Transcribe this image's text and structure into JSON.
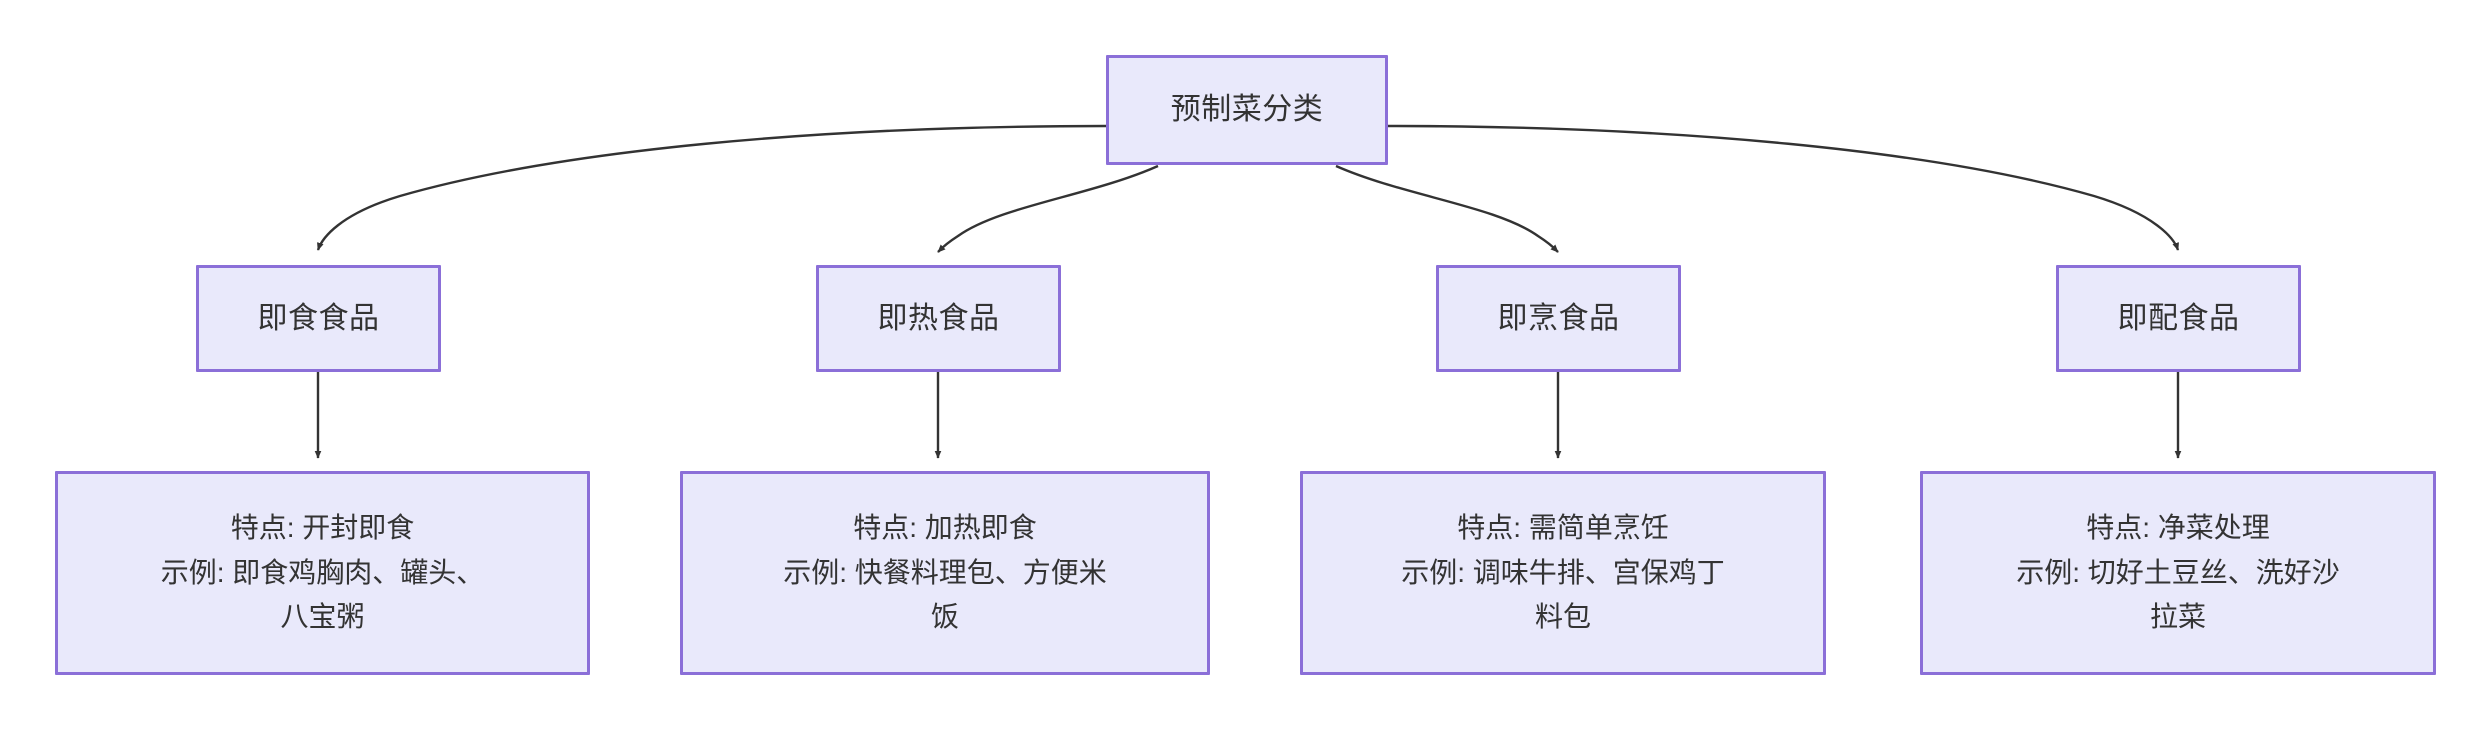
{
  "diagram": {
    "type": "flowchart",
    "direction": "top-down",
    "colors": {
      "node_fill": "#e9e9fb",
      "node_border": "#8b6fd8",
      "text": "#333333",
      "edge": "#333333",
      "background": "#ffffff"
    },
    "root": {
      "label": "预制菜分类"
    },
    "categories": [
      {
        "label": "即食食品"
      },
      {
        "label": "即热食品"
      },
      {
        "label": "即烹食品"
      },
      {
        "label": "即配食品"
      }
    ],
    "details": [
      {
        "lines": [
          "特点: 开封即食",
          "示例: 即食鸡胸肉、罐头、",
          "八宝粥"
        ]
      },
      {
        "lines": [
          "特点: 加热即食",
          "示例: 快餐料理包、方便米",
          "饭"
        ]
      },
      {
        "lines": [
          "特点: 需简单烹饪",
          "示例: 调味牛排、宫保鸡丁",
          "料包"
        ]
      },
      {
        "lines": [
          "特点: 净菜处理",
          "示例: 切好土豆丝、洗好沙",
          "拉菜"
        ]
      }
    ],
    "edges": [
      {
        "from": "预制菜分类",
        "to": "即食食品"
      },
      {
        "from": "预制菜分类",
        "to": "即热食品"
      },
      {
        "from": "预制菜分类",
        "to": "即烹食品"
      },
      {
        "from": "预制菜分类",
        "to": "即配食品"
      },
      {
        "from": "即食食品",
        "to": "特点: 开封即食 / 示例: 即食鸡胸肉、罐头、八宝粥"
      },
      {
        "from": "即热食品",
        "to": "特点: 加热即食 / 示例: 快餐料理包、方便米饭"
      },
      {
        "from": "即烹食品",
        "to": "特点: 需简单烹饪 / 示例: 调味牛排、宫保鸡丁料包"
      },
      {
        "from": "即配食品",
        "to": "特点: 净菜处理 / 示例: 切好土豆丝、洗好沙拉菜"
      }
    ]
  }
}
